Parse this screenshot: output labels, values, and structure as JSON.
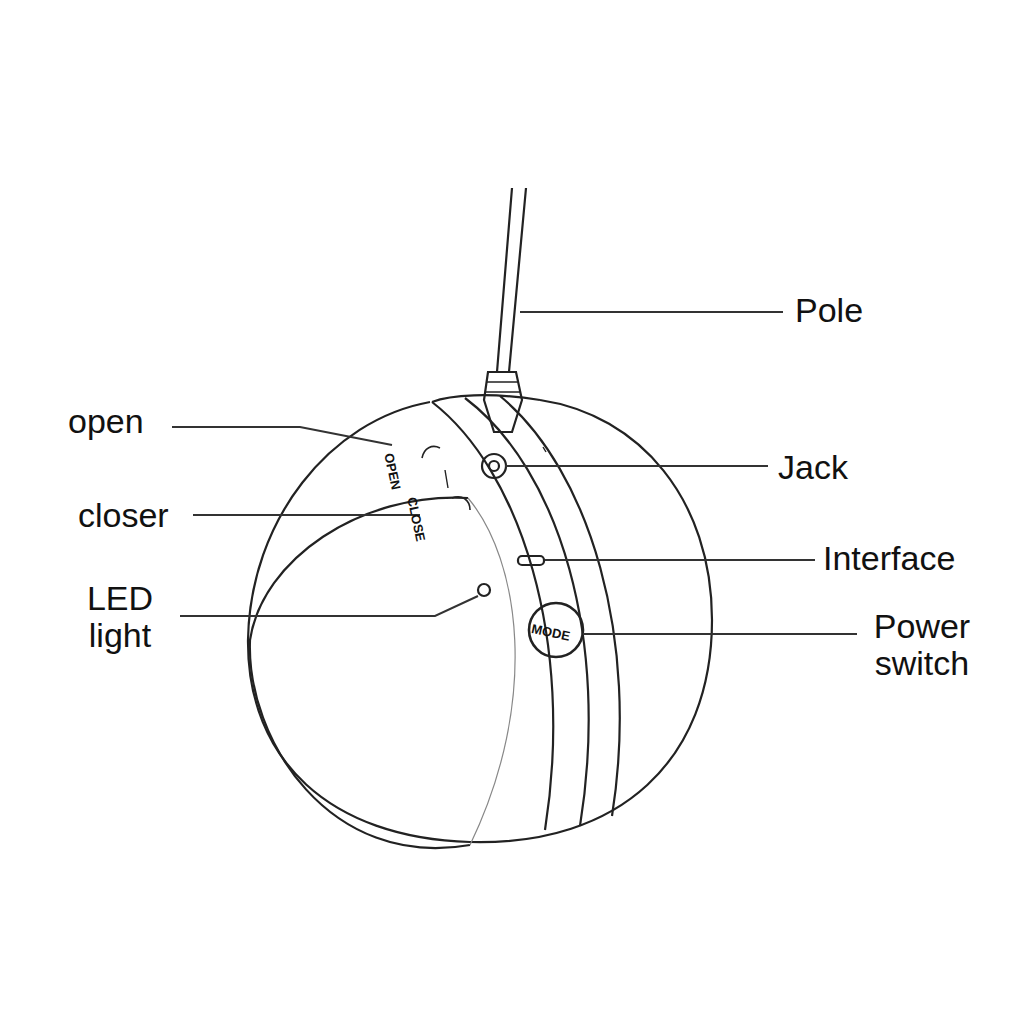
{
  "diagram": {
    "labels": [
      "Pole",
      "open",
      "Jack",
      "closer",
      "Interface",
      "LED light",
      "Power switch",
      "OPEN",
      "CLOSE",
      "MODE"
    ]
  }
}
